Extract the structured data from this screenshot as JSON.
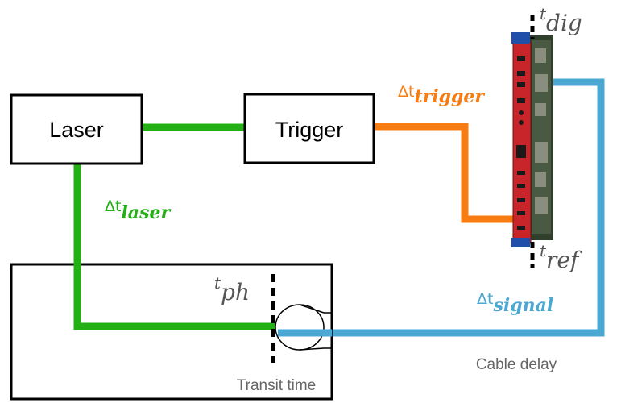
{
  "nodes": {
    "laser": {
      "label": "Laser"
    },
    "trigger": {
      "label": "Trigger"
    }
  },
  "annotations": {
    "delta_laser": {
      "prefix": "Δt",
      "sub": "laser"
    },
    "delta_trigger": {
      "prefix": "Δt",
      "sub": "trigger"
    },
    "delta_signal": {
      "prefix": "Δt",
      "sub": "signal"
    },
    "t_ph": {
      "prefix": "t",
      "sub": "ph"
    },
    "t_dig": {
      "prefix": "t",
      "sub": "dig"
    },
    "t_ref": {
      "prefix": "t",
      "sub": "ref"
    },
    "transit_time": "Transit time",
    "cable_delay": "Cable delay"
  },
  "colors": {
    "laser_line": "#22b014",
    "trigger_line": "#f77c12",
    "signal_line": "#4ba8d3",
    "digitizer_board": "#c8252b",
    "label_gray": "#666666"
  },
  "icons": {
    "digitizer": "digitizer-board-icon",
    "pmt": "photomultiplier-icon"
  }
}
